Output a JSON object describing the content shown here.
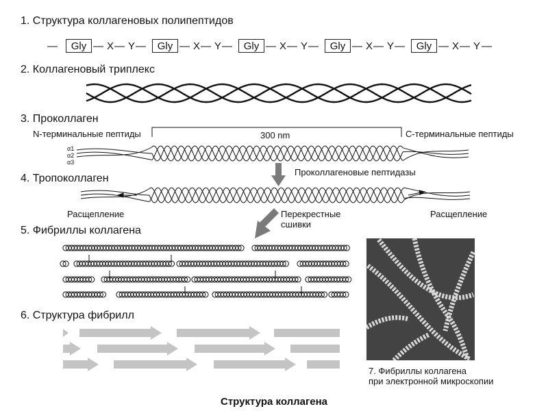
{
  "sections": {
    "s1": {
      "title": "1. Структура коллагеновых полипептидов"
    },
    "s2": {
      "title": "2. Коллагеновый триплекс"
    },
    "s3": {
      "title": "3. Проколлаген"
    },
    "s4": {
      "title": "4. Тропоколлаген"
    },
    "s5": {
      "title": "5. Фибриллы коллагена"
    },
    "s6": {
      "title": "6. Структура фибрилл"
    }
  },
  "sequence": {
    "gly": "Gly",
    "x": "X",
    "y": "Y",
    "connector": "—",
    "lead": "—",
    "tail": "—"
  },
  "procollagen": {
    "n_terminal": "N-терминальные пептиды",
    "c_terminal": "С-терминальные пептиды",
    "length": "300 nm",
    "chains": [
      "α1",
      "α2",
      "α3"
    ]
  },
  "enzyme": "Проколлагеновые пептидазы",
  "tropocollagen": {
    "cleavage_left": "Расщепление",
    "cleavage_right": "Расщепление",
    "crosslinks_line1": "Перекрестные",
    "crosslinks_line2": "сшивки"
  },
  "micrograph": {
    "caption_line1": "7. Фибриллы коллагена",
    "caption_line2": "при электронной микроскопии"
  },
  "footer": "Структура коллагена",
  "colors": {
    "ink": "#111111",
    "arrow_gray": "#7a7a7a",
    "fibril_gray": "#c4c4c4",
    "photo_bg": "#3a3a3a",
    "photo_fiber": "#d9d9d9"
  }
}
